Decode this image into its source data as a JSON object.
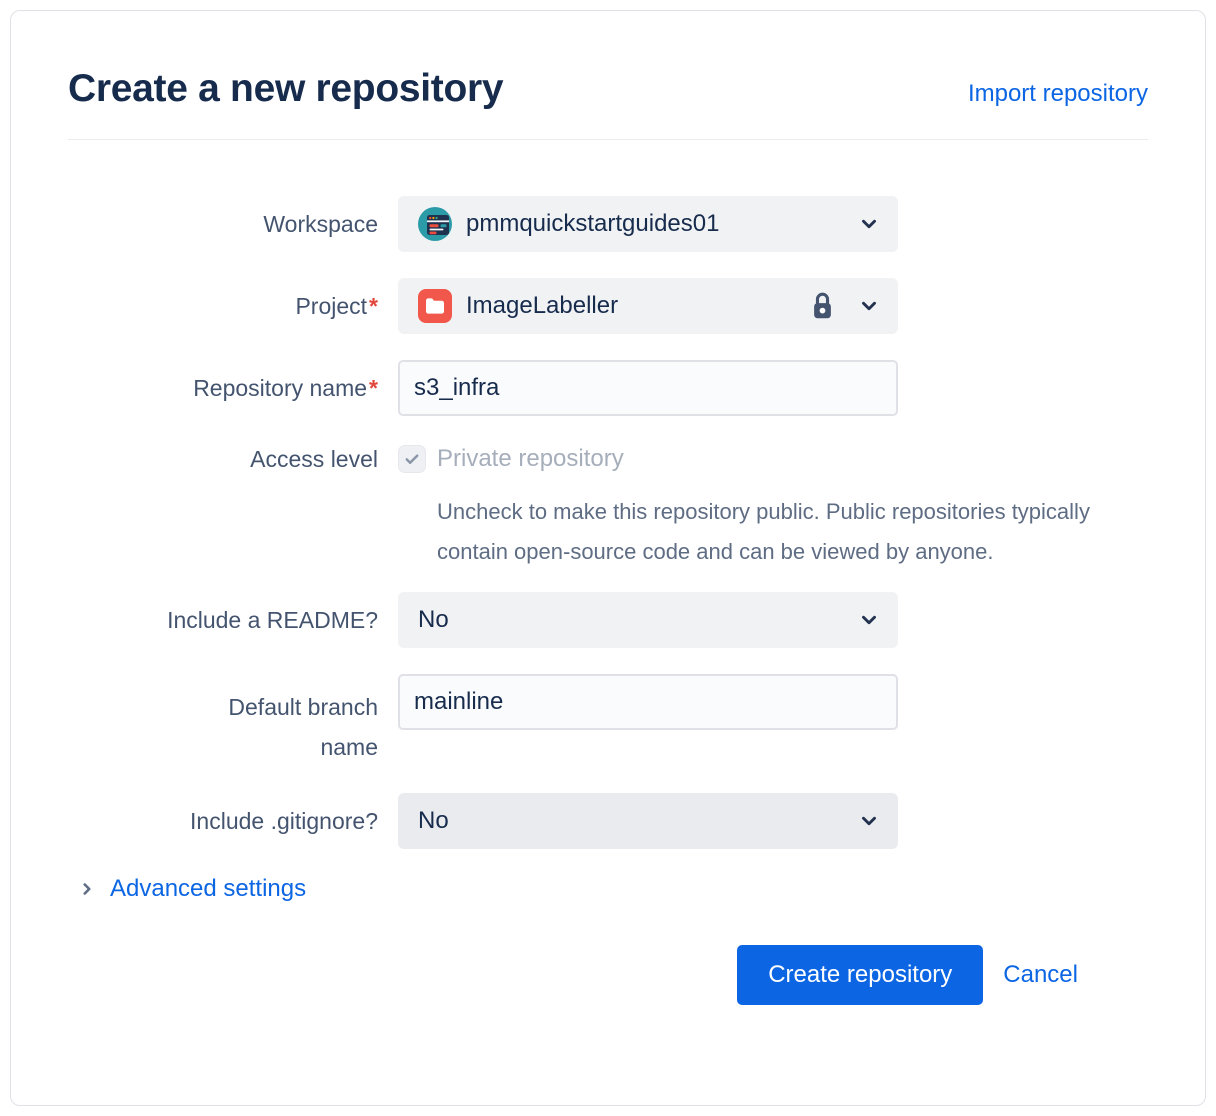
{
  "header": {
    "title": "Create a new repository",
    "import_link": "Import repository"
  },
  "form": {
    "workspace": {
      "label": "Workspace",
      "value": "pmmquickstartguides01",
      "icon": "workspace-avatar"
    },
    "project": {
      "label": "Project",
      "required_marker": "*",
      "value": "ImageLabeller",
      "icon": "project-folder-icon",
      "lock_icon": "lock-icon"
    },
    "repository_name": {
      "label": "Repository name",
      "required_marker": "*",
      "value": "s3_infra"
    },
    "access_level": {
      "label": "Access level",
      "checkbox_label": "Private repository",
      "checked": true,
      "help_text": "Uncheck to make this repository public. Public repositories typically contain open-source code and can be viewed by anyone."
    },
    "include_readme": {
      "label": "Include a README?",
      "value": "No"
    },
    "default_branch": {
      "label": "Default branch name",
      "value": "mainline"
    },
    "include_gitignore": {
      "label": "Include .gitignore?",
      "value": "No"
    },
    "advanced_settings_label": "Advanced settings"
  },
  "actions": {
    "create_label": "Create repository",
    "cancel_label": "Cancel"
  },
  "colors": {
    "accent_blue": "#0c66e4",
    "title_navy": "#172b4d",
    "label_slate": "#44546f",
    "required_red": "#e2483d",
    "project_icon_red": "#f1574a",
    "avatar_teal": "#2b9ba8",
    "select_bg": "#f1f2f4",
    "input_border": "#dfe1e6",
    "disabled_text": "#a6aebb"
  }
}
